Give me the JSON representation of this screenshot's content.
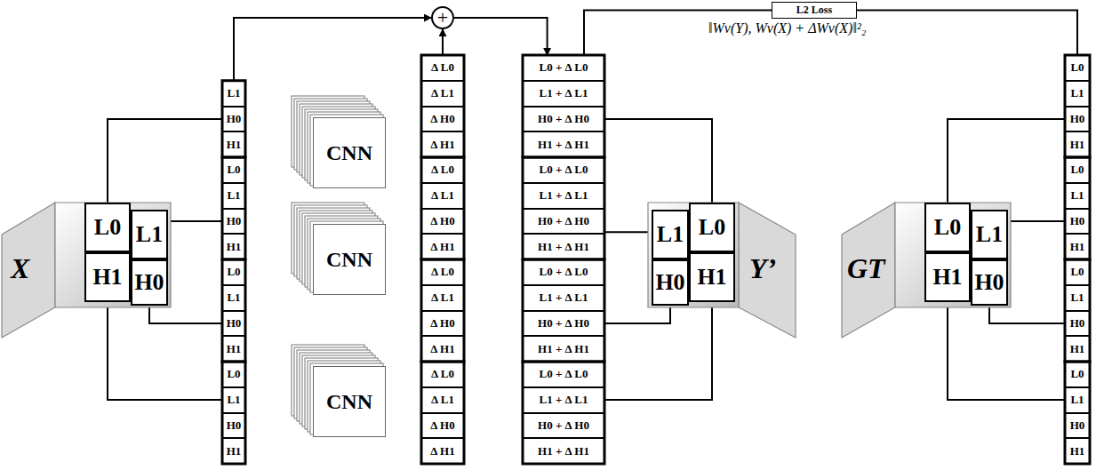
{
  "diagram": {
    "nodes": [
      {
        "text": [
          "X"
        ]
      },
      {
        "text": [
          "L0"
        ],
        "in": 0
      },
      {
        "text": [
          "L1"
        ],
        "in": 0
      },
      {
        "text": [
          "H0"
        ],
        "in": 0
      },
      {
        "text": [
          "H1"
        ],
        "in": 0
      },
      {
        "text": [
          "L1"
        ]
      },
      {
        "text": [
          "H0"
        ]
      },
      {
        "text": [
          "H1"
        ]
      },
      {
        "text": [
          "L0"
        ]
      },
      {
        "text": [
          "L1"
        ]
      },
      {
        "text": [
          "H0"
        ]
      },
      {
        "text": [
          "H1"
        ]
      },
      {
        "text": [
          "L0"
        ]
      },
      {
        "text": [
          "L1"
        ]
      },
      {
        "text": [
          "H0"
        ]
      },
      {
        "text": [
          "H1"
        ]
      },
      {
        "text": [
          "L0"
        ]
      },
      {
        "text": [
          "L1"
        ]
      },
      {
        "text": [
          "H0"
        ]
      },
      {
        "text": [
          "H1"
        ]
      },
      {
        "text": [
          "CNN"
        ]
      },
      {
        "text": [
          "CNN"
        ]
      },
      {
        "text": [
          "CNN"
        ]
      },
      {
        "text": [
          "Δ L0"
        ]
      },
      {
        "text": [
          "Δ L1"
        ]
      },
      {
        "text": [
          "Δ H0"
        ]
      },
      {
        "text": [
          "Δ H1"
        ]
      },
      {
        "text": [
          "Δ L0"
        ]
      },
      {
        "text": [
          "Δ L1"
        ]
      },
      {
        "text": [
          "Δ H0"
        ]
      },
      {
        "text": [
          "Δ H1"
        ]
      },
      {
        "text": [
          "Δ L0"
        ]
      },
      {
        "text": [
          "Δ L1"
        ]
      },
      {
        "text": [
          "Δ H0"
        ]
      },
      {
        "text": [
          "Δ H1"
        ]
      },
      {
        "text": [
          "Δ L0"
        ]
      },
      {
        "text": [
          "Δ L1"
        ]
      },
      {
        "text": [
          "Δ H0"
        ]
      },
      {
        "text": [
          "Δ H1"
        ]
      },
      {
        "text": [
          "+"
        ]
      },
      {
        "text": [
          "L0 + Δ L0"
        ]
      },
      {
        "text": [
          "L1 + Δ L1"
        ]
      },
      {
        "text": [
          "H0 + Δ H0"
        ]
      },
      {
        "text": [
          "H1 + Δ H1"
        ]
      },
      {
        "text": [
          "L0 + Δ L0"
        ]
      },
      {
        "text": [
          "L1 + Δ L1"
        ]
      },
      {
        "text": [
          "H0 + Δ H0"
        ]
      },
      {
        "text": [
          "H1 + Δ H1"
        ]
      },
      {
        "text": [
          "L0 + Δ L0"
        ]
      },
      {
        "text": [
          "L1 + Δ L1"
        ]
      },
      {
        "text": [
          "H0 + Δ H0"
        ]
      },
      {
        "text": [
          "H1 + Δ H1"
        ]
      },
      {
        "text": [
          "L0 + Δ L0"
        ]
      },
      {
        "text": [
          "L1 + Δ L1"
        ]
      },
      {
        "text": [
          "H0 + Δ H0"
        ]
      },
      {
        "text": [
          "H1 + Δ H1"
        ]
      },
      {
        "text": [
          "Y’"
        ]
      },
      {
        "text": [
          "L0"
        ],
        "in": 56
      },
      {
        "text": [
          "L1"
        ],
        "in": 56
      },
      {
        "text": [
          "H0"
        ],
        "in": 56
      },
      {
        "text": [
          "H1"
        ],
        "in": 56
      },
      {
        "text": [
          "L2 Loss"
        ]
      },
      {
        "text": [
          "GT"
        ]
      },
      {
        "text": [
          "L0"
        ],
        "in": 62
      },
      {
        "text": [
          "L1"
        ],
        "in": 62
      },
      {
        "text": [
          "H0"
        ],
        "in": 62
      },
      {
        "text": [
          "H1"
        ],
        "in": 62
      },
      {
        "text": [
          "L0"
        ]
      },
      {
        "text": [
          "L1"
        ]
      },
      {
        "text": [
          "H0"
        ]
      },
      {
        "text": [
          "H1"
        ]
      },
      {
        "text": [
          "L0"
        ]
      },
      {
        "text": [
          "L1"
        ]
      },
      {
        "text": [
          "H0"
        ]
      },
      {
        "text": [
          "H1"
        ]
      },
      {
        "text": [
          "L0"
        ]
      },
      {
        "text": [
          "L1"
        ]
      },
      {
        "text": [
          "H0"
        ]
      },
      {
        "text": [
          "H1"
        ]
      },
      {
        "text": [
          "L0"
        ]
      },
      {
        "text": [
          "L1"
        ]
      },
      {
        "text": [
          "H0"
        ]
      },
      {
        "text": [
          "H1"
        ]
      }
    ],
    "edges": [
      {
        "from": 1,
        "to": 6,
        "arrow": "none"
      },
      {
        "from": 2,
        "to": 10,
        "arrow": "none"
      },
      {
        "from": 3,
        "to": 14,
        "arrow": "none"
      },
      {
        "from": 4,
        "to": 17,
        "arrow": "none"
      },
      {
        "from": 5,
        "to": 39,
        "arrow": "to"
      },
      {
        "from": 23,
        "to": 39,
        "arrow": "to"
      },
      {
        "from": 39,
        "to": 40,
        "arrow": "to"
      },
      {
        "from": 40,
        "to": 61,
        "arrow": "none"
      },
      {
        "from": 61,
        "to": 67,
        "arrow": "none"
      },
      {
        "from": 42,
        "to": 57,
        "arrow": "none"
      },
      {
        "from": 46,
        "to": 58,
        "arrow": "none"
      },
      {
        "from": 50,
        "to": 59,
        "arrow": "none"
      },
      {
        "from": 53,
        "to": 60,
        "arrow": "none"
      },
      {
        "from": 63,
        "to": 69,
        "arrow": "none"
      },
      {
        "from": 64,
        "to": 73,
        "arrow": "none"
      },
      {
        "from": 65,
        "to": 77,
        "arrow": "none"
      },
      {
        "from": 66,
        "to": 80,
        "arrow": "none"
      }
    ],
    "labels": [
      "‖Wv(Y), Wv(X) + ΔWv(X)‖²₂"
    ]
  }
}
